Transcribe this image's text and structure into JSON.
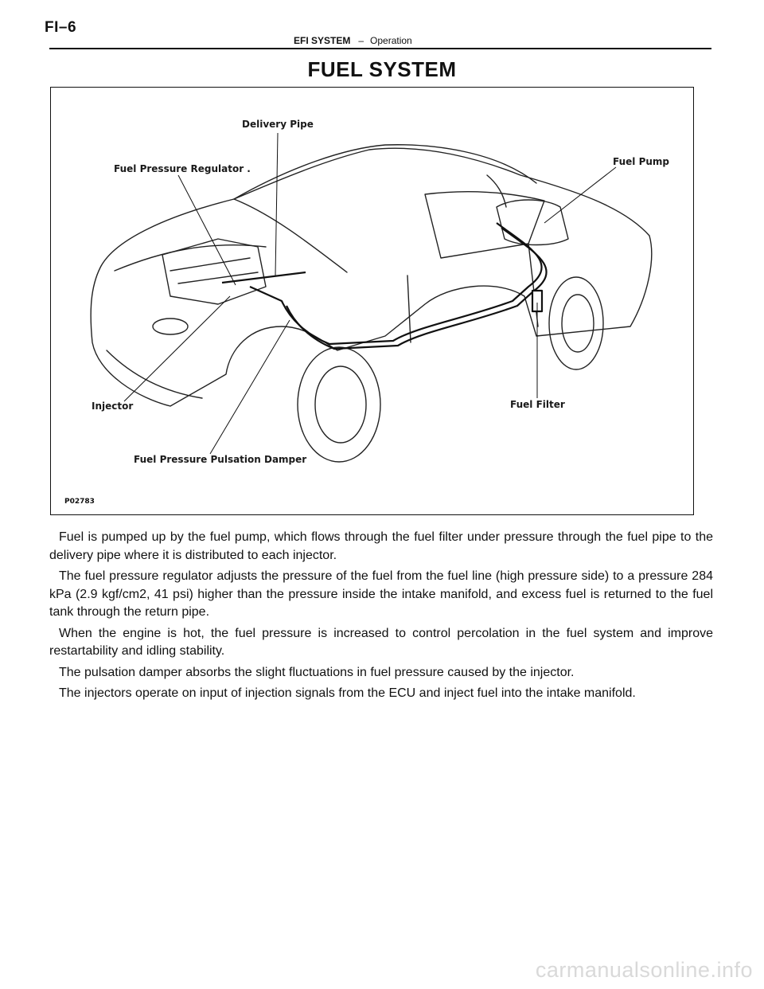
{
  "header": {
    "page_id": "FI–6",
    "system": "EFI SYSTEM",
    "separator": "–",
    "section": "Operation"
  },
  "title": "FUEL SYSTEM",
  "figure": {
    "code": "P02783",
    "labels": {
      "delivery_pipe": "Delivery Pipe",
      "fuel_pressure_regulator": "Fuel Pressure Regulator .",
      "fuel_pump": "Fuel Pump",
      "injector": "Injector",
      "fuel_filter": "Fuel Filter",
      "pulsation_damper": "Fuel Pressure Pulsation Damper"
    }
  },
  "paragraphs": [
    "Fuel is pumped up by the fuel pump, which flows through the fuel filter under pressure through the fuel pipe to the delivery pipe where it is distributed to each injector.",
    "The fuel pressure regulator adjusts the pressure of the fuel from the fuel line (high pressure side) to a pressure 284 kPa (2.9 kgf/cm2, 41 psi) higher than the pressure inside the intake manifold, and excess fuel is returned to the fuel tank through the return pipe.",
    "When the engine is hot, the fuel pressure is increased to control percolation in the fuel system and improve restartability and idling stability.",
    "The pulsation damper absorbs the slight fluctuations in fuel pressure caused by the injector.",
    "The injectors operate on input of injection signals from the ECU and inject fuel into the intake manifold."
  ],
  "watermark": "carmanualsonline.info"
}
